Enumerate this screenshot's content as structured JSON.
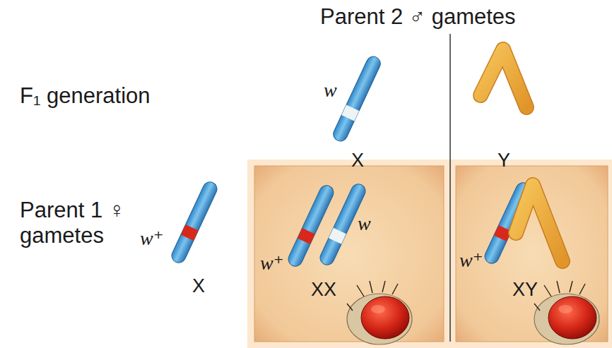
{
  "diagram": {
    "nodes": [
      {
        "text": [
          "w⁺",
          "w",
          "XX"
        ]
      },
      {
        "text": [
          "w⁺",
          "XY"
        ]
      }
    ],
    "labels": [
      "Parent 2 ♂ gametes",
      "F₁ generation",
      "w",
      "X",
      "Y",
      "Parent 1 ♀ gametes",
      "w⁺",
      "X"
    ]
  }
}
